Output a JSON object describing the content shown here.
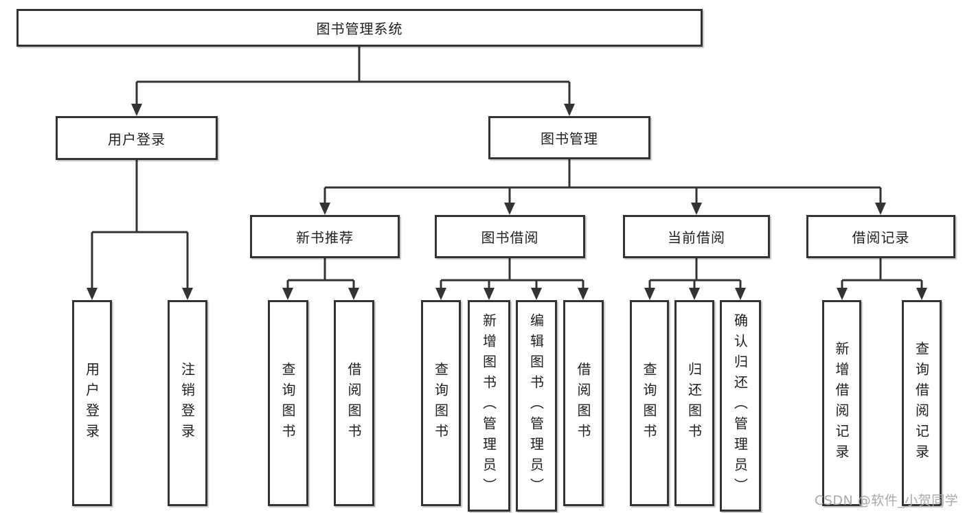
{
  "diagram": {
    "colors": {
      "line": "#333333",
      "box_border": "#333333",
      "box_background": "#ffffff",
      "text": "#1f1f1f",
      "watermark_text": "#a9a9a9"
    },
    "tree": {
      "label": "图书管理系统",
      "children": [
        {
          "label": "用户登录",
          "children": [
            {
              "label": "用户登录"
            },
            {
              "label": "注销登录"
            }
          ]
        },
        {
          "label": "图书管理",
          "children": [
            {
              "label": "新书推荐",
              "children": [
                {
                  "label": "查询图书"
                },
                {
                  "label": "借阅图书"
                }
              ]
            },
            {
              "label": "图书借阅",
              "children": [
                {
                  "label": "查询图书"
                },
                {
                  "label": "新增图书（管理员）"
                },
                {
                  "label": "编辑图书（管理员）"
                },
                {
                  "label": "借阅图书"
                }
              ]
            },
            {
              "label": "当前借阅",
              "children": [
                {
                  "label": "查询图书"
                },
                {
                  "label": "归还图书"
                },
                {
                  "label": "确认归还（管理员）"
                }
              ]
            },
            {
              "label": "借阅记录",
              "children": [
                {
                  "label": "新增借阅记录"
                },
                {
                  "label": "查询借阅记录"
                }
              ]
            }
          ]
        }
      ]
    },
    "watermark": {
      "text": "CSDN @软件_小贺同学"
    }
  }
}
